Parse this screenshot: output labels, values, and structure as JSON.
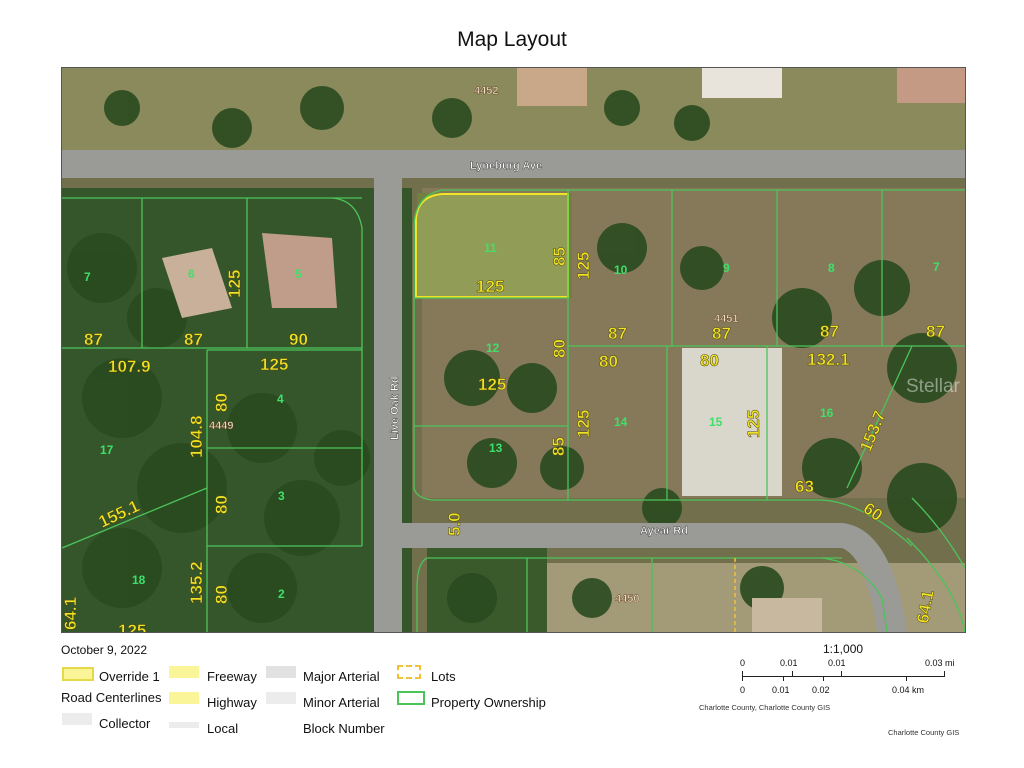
{
  "page": {
    "title": "Map Layout"
  },
  "map": {
    "roads": {
      "lyneburg": "Lyneburg Ave",
      "live_oak": "Live Oak Rd",
      "ayear": "Ayear Rd"
    },
    "lot_numbers": [
      "11",
      "6",
      "5",
      "7",
      "10",
      "9",
      "8",
      "7",
      "12",
      "4",
      "17",
      "15",
      "14",
      "16",
      "13",
      "3",
      "18",
      "2"
    ],
    "dimension_labels": [
      "125",
      "85",
      "125",
      "125",
      "87",
      "87",
      "90",
      "87",
      "87",
      "87",
      "87",
      "107.9",
      "125",
      "80",
      "80",
      "80",
      "132.1",
      "80",
      "125",
      "125",
      "125",
      "85",
      "153.7",
      "104.8",
      "80",
      "155.1",
      "63",
      "60",
      "135.2",
      "80",
      "64.1",
      "64.1",
      "125",
      "5.0"
    ],
    "block_numbers": [
      "4452",
      "4451",
      "4449",
      "4450"
    ],
    "watermark": "Stellar MLS",
    "highlight_lot": "11"
  },
  "legend": {
    "date": "October 9, 2022",
    "items": {
      "override": "Override 1",
      "road_centerlines": "Road Centerlines",
      "collector": "Collector",
      "freeway": "Freeway",
      "highway": "Highway",
      "local": "Local",
      "major_arterial": "Major Arterial",
      "minor_arterial": "Minor Arterial",
      "block_number": "Block Number",
      "lots": "Lots",
      "property_ownership": "Property Ownership"
    },
    "colors": {
      "override": "#fbf59a",
      "property_ownership": "#4cc45a",
      "lots": "#f0c23a",
      "dimension_text": "#f2e424",
      "lot_number_text": "#3fe06a"
    }
  },
  "scale": {
    "ratio": "1:1,000",
    "mi_ticks": [
      "0",
      "0.01",
      "0.01",
      "0.03 mi"
    ],
    "km_ticks": [
      "0",
      "0.01",
      "0.02",
      "0.04 km"
    ],
    "credit_left": "Charlotte County, Charlotte County GIS",
    "credit_right": "Charlotte County GIS"
  }
}
